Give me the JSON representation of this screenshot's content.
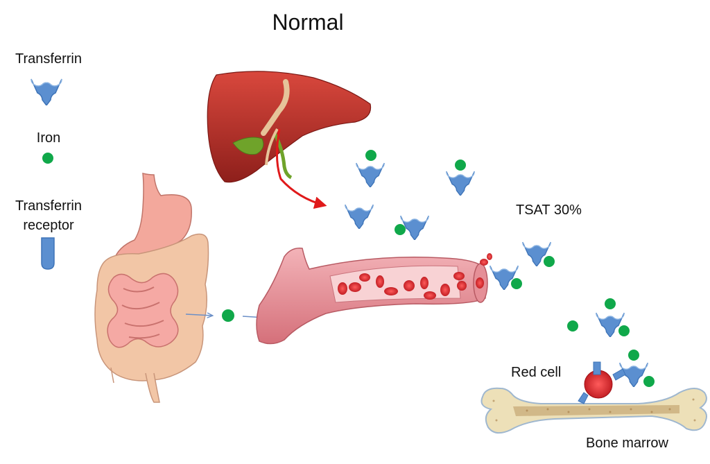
{
  "title": "Normal",
  "legend": {
    "transferrin_label": "Transferrin",
    "iron_label": "Iron",
    "receptor_label_line1": "Transferrin",
    "receptor_label_line2": "receptor"
  },
  "labels": {
    "tsat": "TSAT 30%",
    "red_cell": "Red cell",
    "bone_marrow": "Bone marrow"
  },
  "colors": {
    "transferrin": "#5b8fd0",
    "iron": "#10a84a",
    "liver": "#b8332c",
    "arrow": "#e0191a",
    "vessel": "#e58f97",
    "red_blood_cell": "#d11f25",
    "bone": "#ede0b8",
    "intestine": "#f0b79d"
  },
  "icons": [
    "transferrin-icon",
    "iron-icon",
    "transferrin-receptor-icon",
    "liver-illustration",
    "digestive-tract-illustration",
    "blood-vessel-illustration",
    "bone-illustration",
    "red-cell-illustration"
  ]
}
